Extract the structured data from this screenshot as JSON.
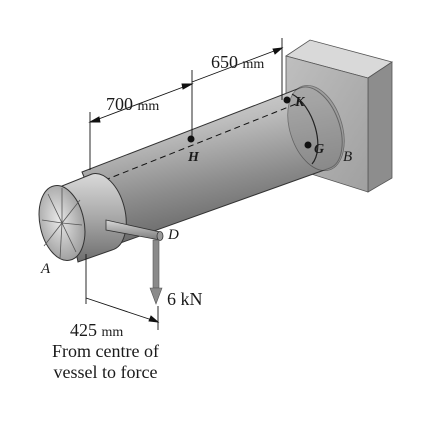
{
  "dimensions": {
    "dim_650": {
      "value": "650",
      "unit": "mm"
    },
    "dim_700": {
      "value": "700",
      "unit": "mm"
    },
    "dim_425": {
      "value": "425",
      "unit": "mm"
    }
  },
  "points": {
    "A": "A",
    "B": "B",
    "D": "D",
    "H": "H",
    "K": "K",
    "G": "G"
  },
  "force": {
    "label": "6 kN"
  },
  "note": {
    "line1": "From centre of",
    "line2": "vessel to force"
  }
}
